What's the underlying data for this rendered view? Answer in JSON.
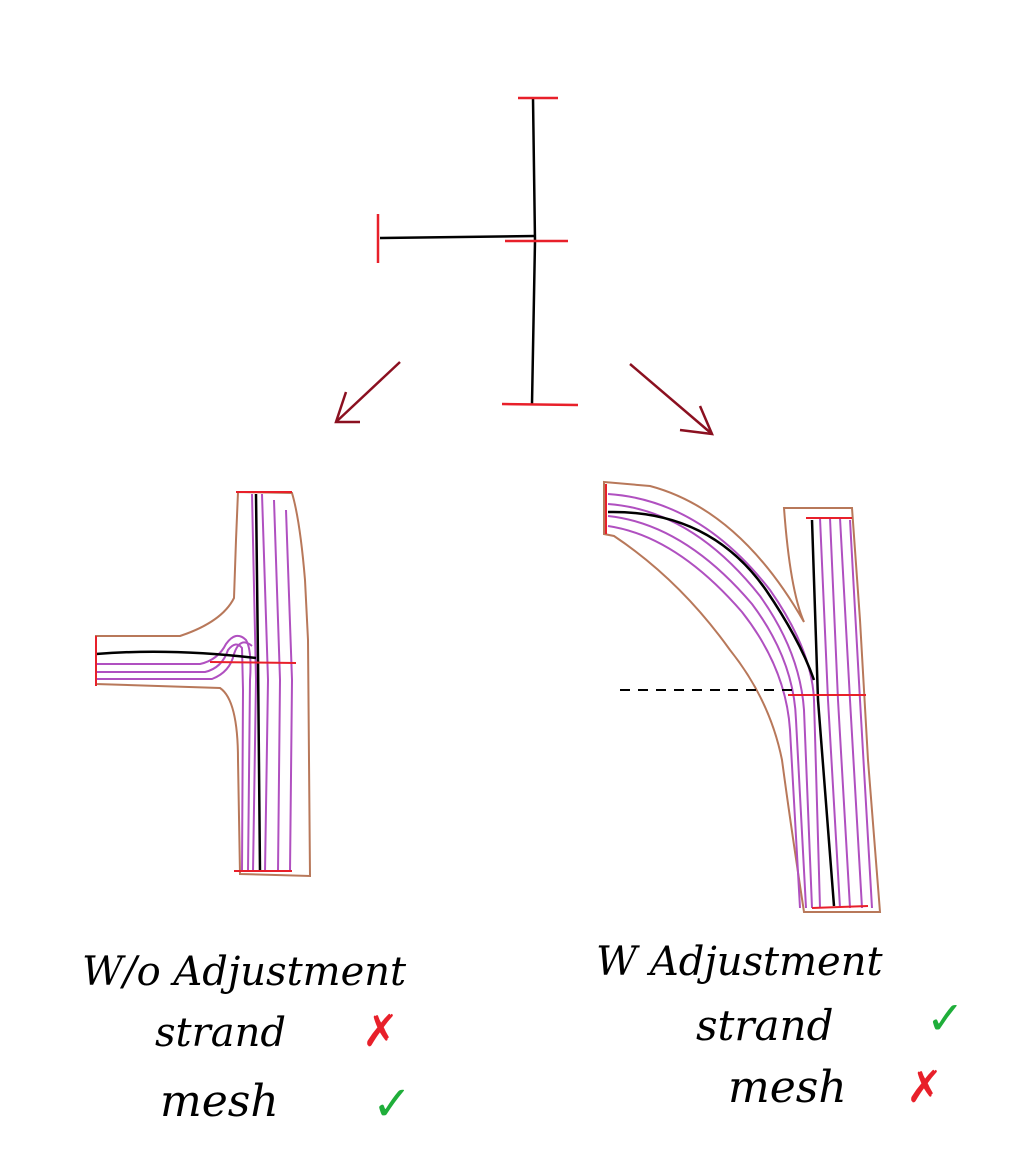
{
  "colors": {
    "skeleton": "#000000",
    "endpoint": "#e8202a",
    "arrow": "#8b1020",
    "strand": "#b050c0",
    "mesh_outline": "#b8785a",
    "cross": "#e8202a",
    "check": "#1fae3a",
    "background": "#ffffff"
  },
  "left_panel": {
    "title": "W/o Adjustment",
    "rows": [
      {
        "label": "strand",
        "mark": "✗",
        "mark_type": "cross"
      },
      {
        "label": "mesh",
        "mark": "✓",
        "mark_type": "check"
      }
    ]
  },
  "right_panel": {
    "title": "W Adjustment",
    "rows": [
      {
        "label": "strand",
        "mark": "✓",
        "mark_type": "check"
      },
      {
        "label": "mesh",
        "mark": "✗",
        "mark_type": "cross"
      }
    ]
  }
}
